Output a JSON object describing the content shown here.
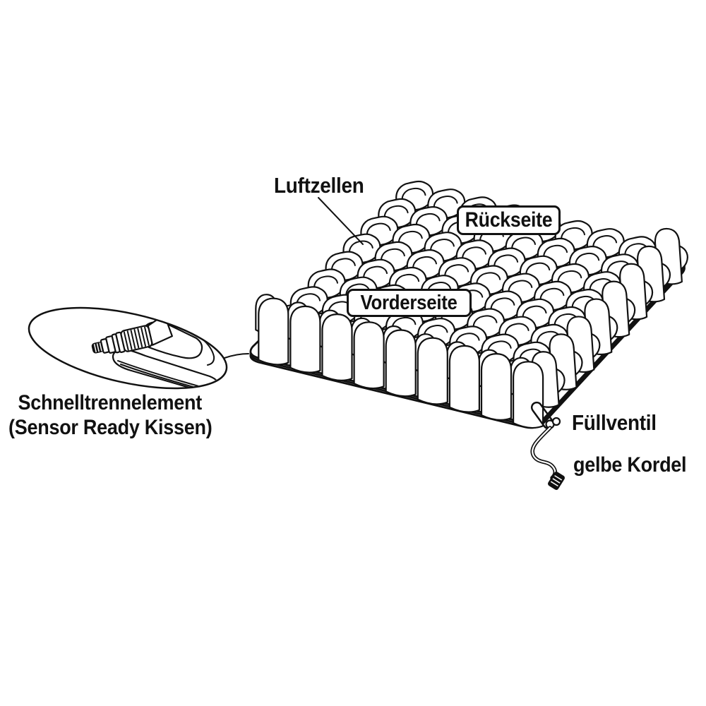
{
  "diagram": {
    "subject": "Luftzellen-Kissen Diagramm",
    "type": "technical line illustration of an air cell cushion",
    "labels": {
      "luftzellen": "Luftzellen",
      "rueckseite": "Rückseite",
      "vorderseite": "Vorderseite",
      "schnelltrennelement_line1": "Schnelltrennelement",
      "schnelltrennelement_line2": "(Sensor Ready Kissen)",
      "fuellventil": "Füllventil",
      "gelbe_kordel": "gelbe Kordel"
    },
    "colors": {
      "line": "#111111",
      "background": "#ffffff"
    }
  }
}
